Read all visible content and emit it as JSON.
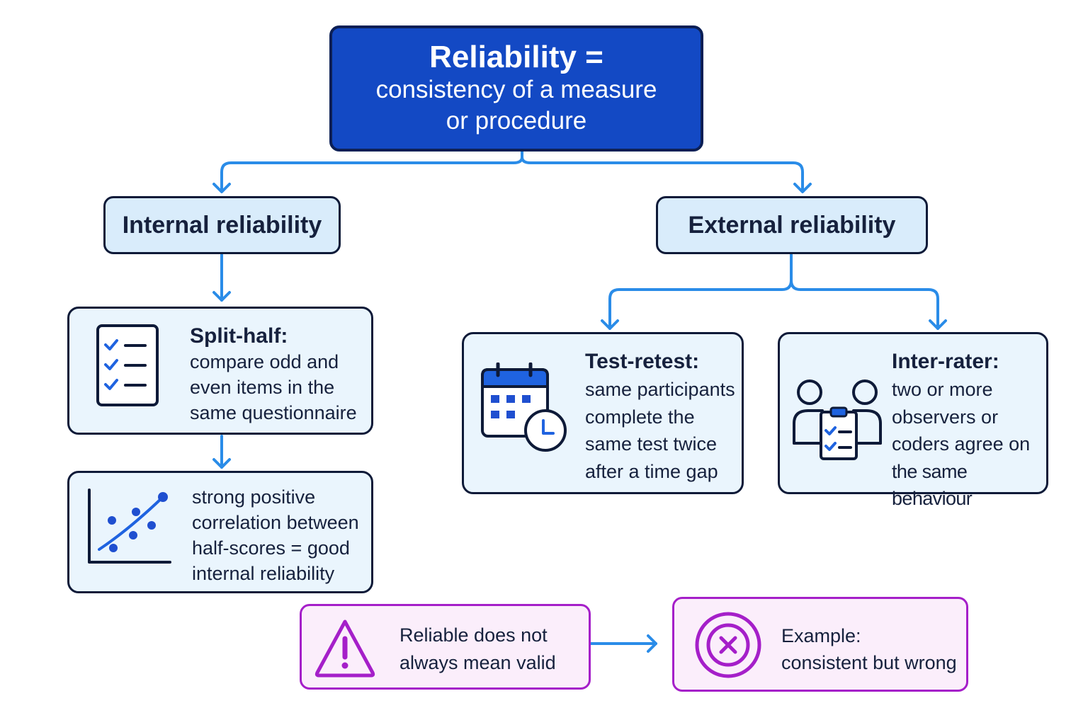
{
  "root": {
    "title": "Reliability =",
    "line2": "consistency of a measure",
    "line3": "or procedure"
  },
  "internal": {
    "label": "Internal reliability",
    "split_half": {
      "heading": "Split-half:",
      "lines": [
        "compare odd and",
        "even items in the",
        "same questionnaire"
      ]
    },
    "correlation": {
      "lines": [
        "strong positive",
        "correlation between",
        "half-scores = good",
        "internal reliability"
      ]
    }
  },
  "external": {
    "label": "External reliability",
    "test_retest": {
      "heading": "Test-retest:",
      "lines": [
        "same participants",
        "complete the",
        "same test twice",
        "after a time gap"
      ]
    },
    "inter_rater": {
      "heading": "Inter-rater:",
      "lines": [
        "two or more",
        "observers or",
        "coders agree on",
        "the same behaviour"
      ]
    }
  },
  "caution": {
    "lines": [
      "Reliable does not",
      "always mean valid"
    ]
  },
  "example": {
    "lines": [
      "Example:",
      "consistent but wrong"
    ]
  },
  "colors": {
    "primary": "#1349c4",
    "connector": "#2a8ce8",
    "category_fill": "#d9ecfb",
    "card_fill": "#eaf5fd",
    "warning": "#a51fc9"
  },
  "icons": [
    "checklist-icon",
    "scatter-plot-icon",
    "calendar-clock-icon",
    "two-observers-clipboard-icon",
    "warning-triangle-icon",
    "x-circle-icon"
  ]
}
